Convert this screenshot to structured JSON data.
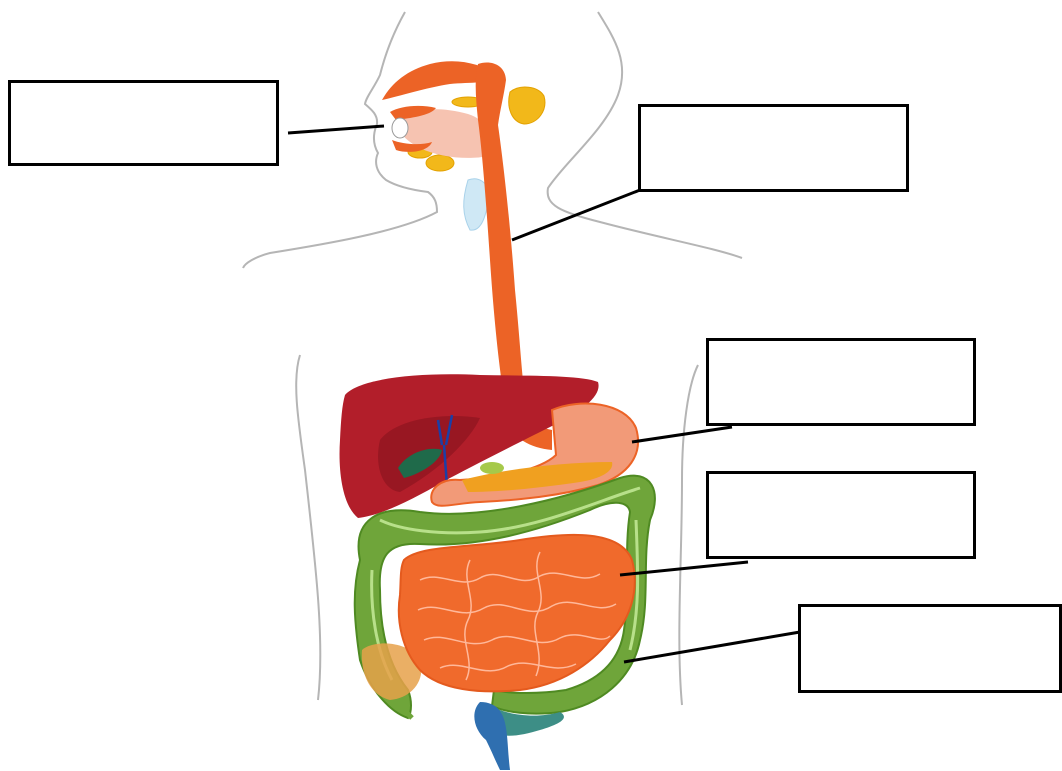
{
  "labels": [
    {
      "id": "mouth",
      "text": ""
    },
    {
      "id": "esophagus",
      "text": ""
    },
    {
      "id": "stomach",
      "text": ""
    },
    {
      "id": "small-intestine",
      "text": ""
    },
    {
      "id": "large-intestine",
      "text": ""
    }
  ],
  "colors": {
    "outline": "#b5b5b5",
    "esophagus": "#ec6326",
    "liver": "#b21e2a",
    "liver_shade": "#981722",
    "stomach": "#f29a78",
    "small_intestine": "#f06a2c",
    "large_intestine": "#6fa53a",
    "rectum": "#2f6fb0",
    "gland": "#f2b81a",
    "pancreas": "#f0a020",
    "gallbladder": "#1f6a4a",
    "trachea": "#cfe8f5",
    "leader_line": "#000000"
  }
}
